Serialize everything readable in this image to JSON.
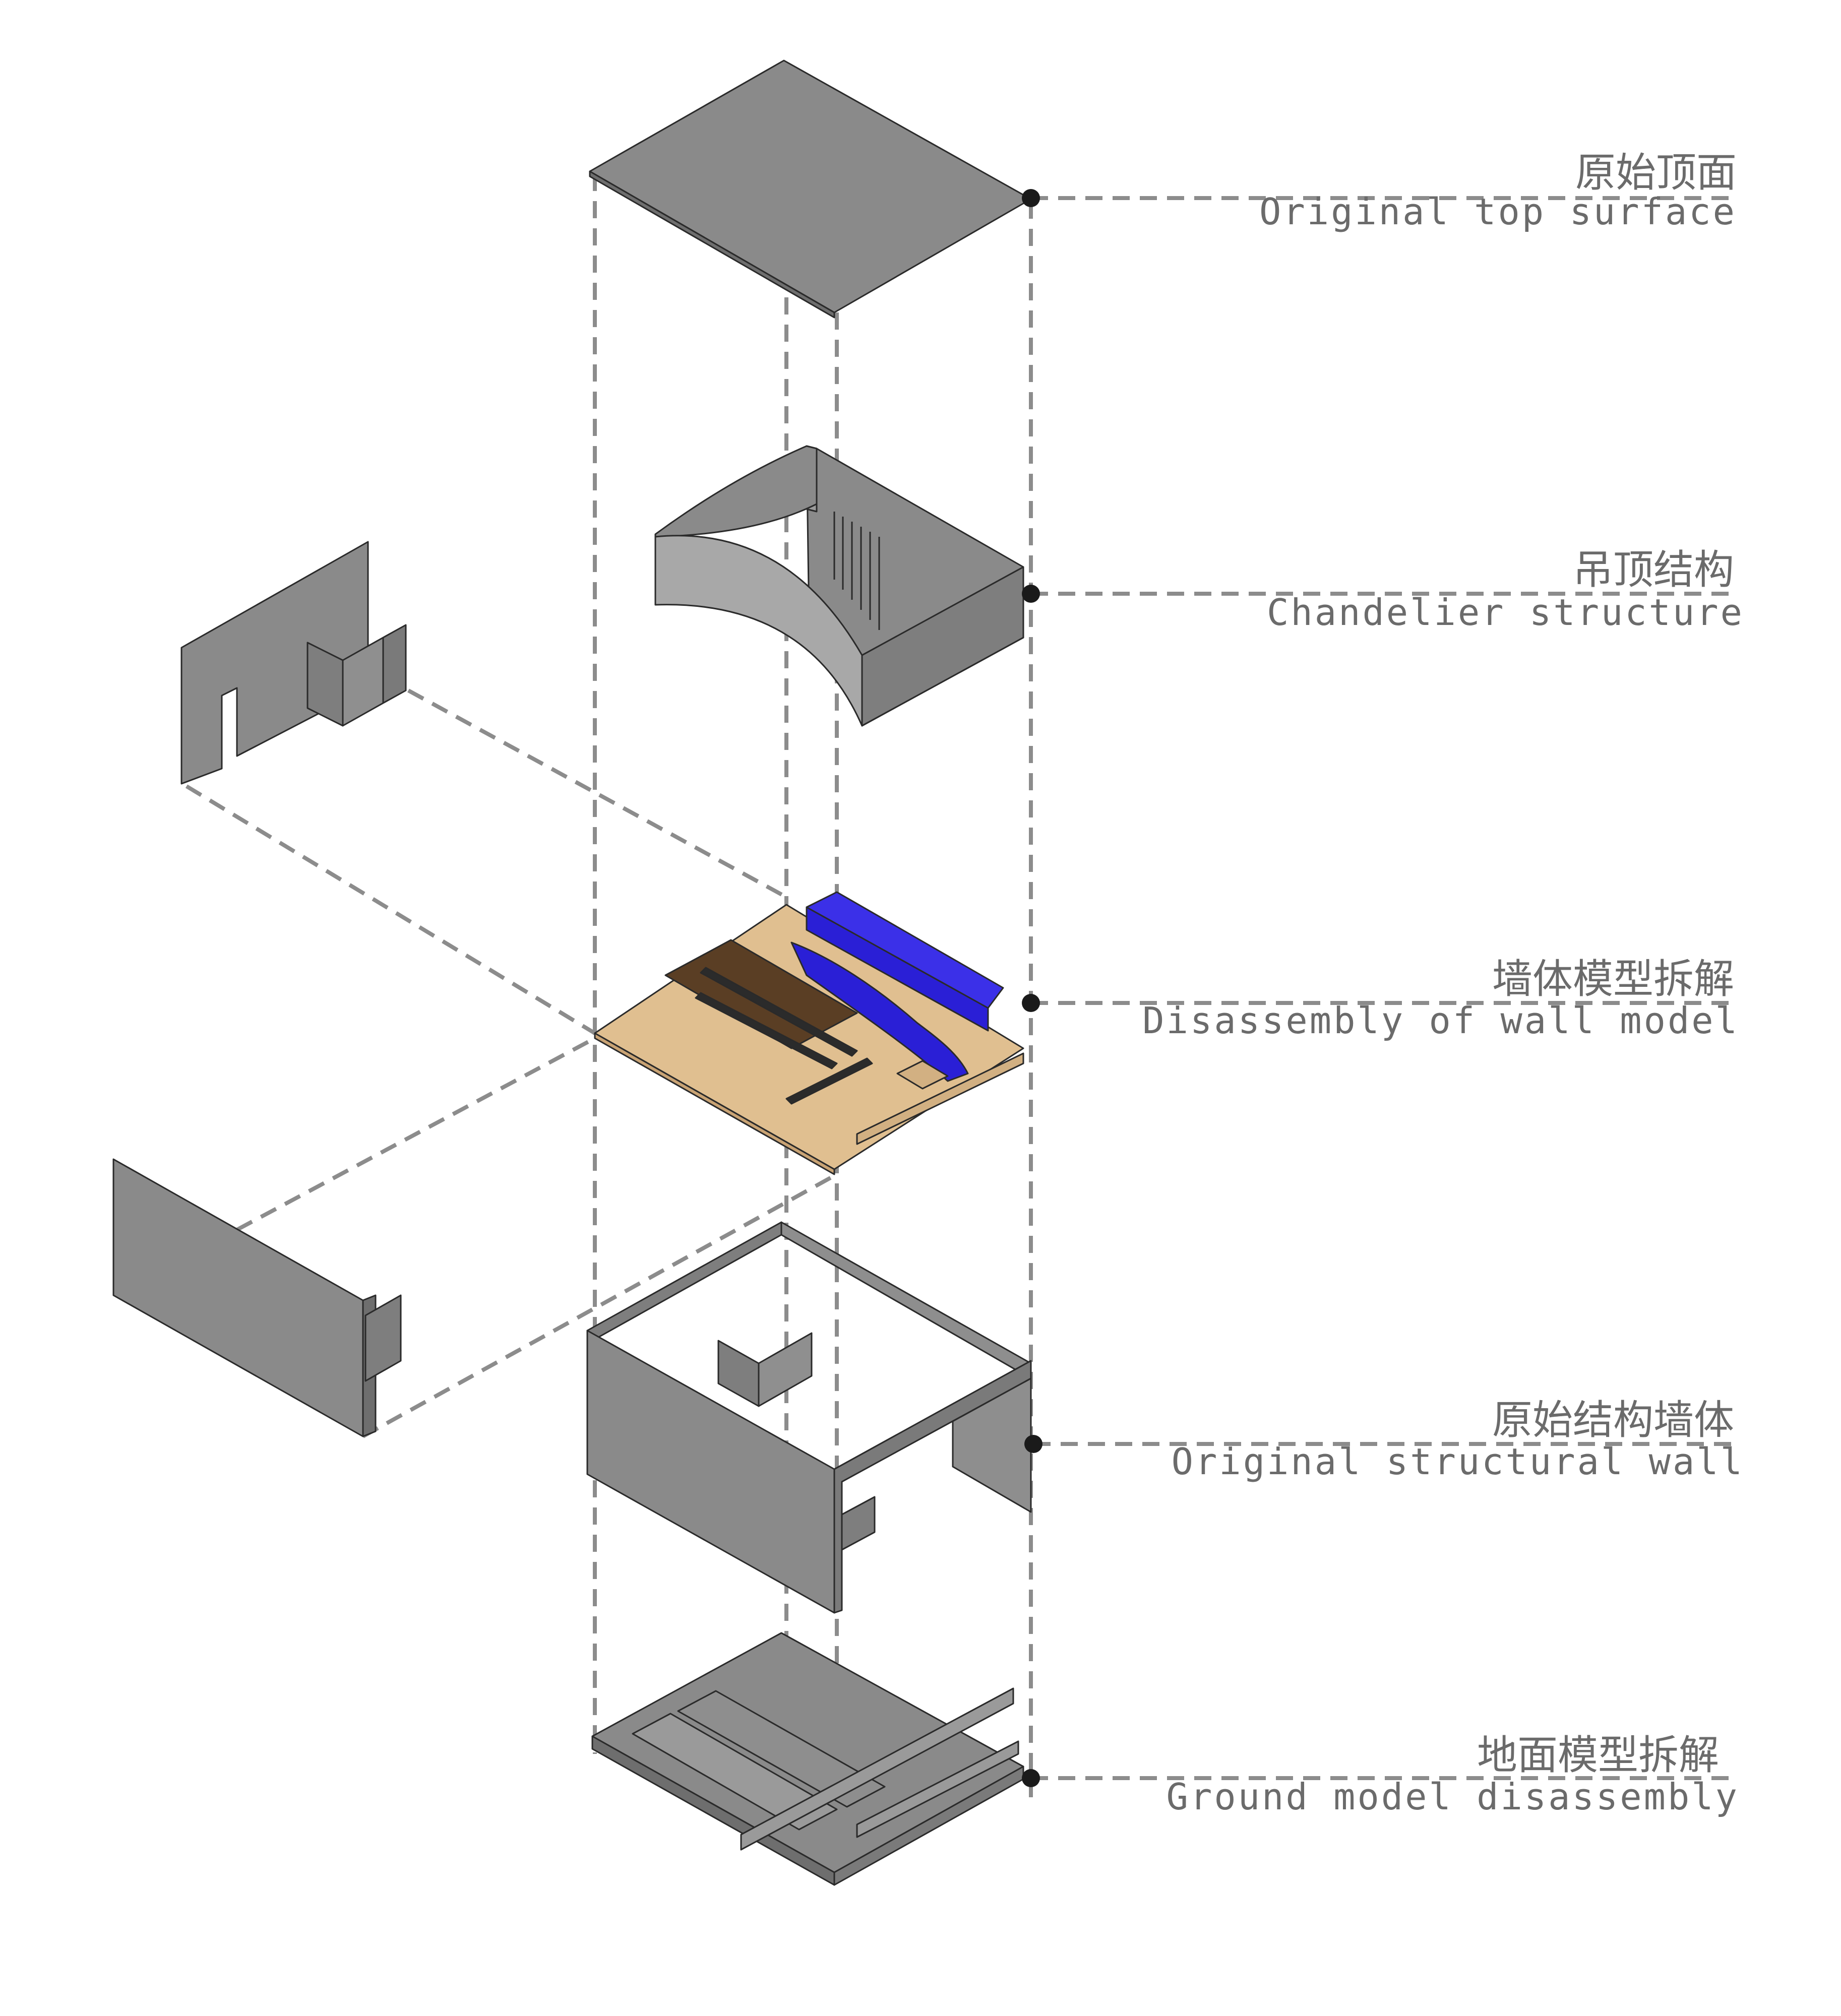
{
  "colors": {
    "background": "#ffffff",
    "panel": "#8a8a8a",
    "panel_dark": "#7a7a7a",
    "panel_light": "#a0a0a0",
    "floor_wood": "#e0bf90",
    "floor_wood_dark": "#c9a374",
    "furniture_blue": "#2a1fd6",
    "furniture_dark": "#3a2a1a",
    "guide_line": "#8c8c8c",
    "label_text": "#6b6b6b",
    "marker": "#1a1a1a"
  },
  "layers": [
    {
      "id": "top-surface",
      "label_cn": "原始顶面",
      "label_en": "Original top surface"
    },
    {
      "id": "chandelier",
      "label_cn": "吊顶结构",
      "label_en": "Chandelier structure"
    },
    {
      "id": "wall-model",
      "label_cn": "墙体模型拆解",
      "label_en": "Disassembly of wall model"
    },
    {
      "id": "structural-wall",
      "label_cn": "原始结构墙体",
      "label_en": "Original structural wall"
    },
    {
      "id": "ground-model",
      "label_cn": "地面模型拆解",
      "label_en": "Ground model disassembly"
    }
  ]
}
